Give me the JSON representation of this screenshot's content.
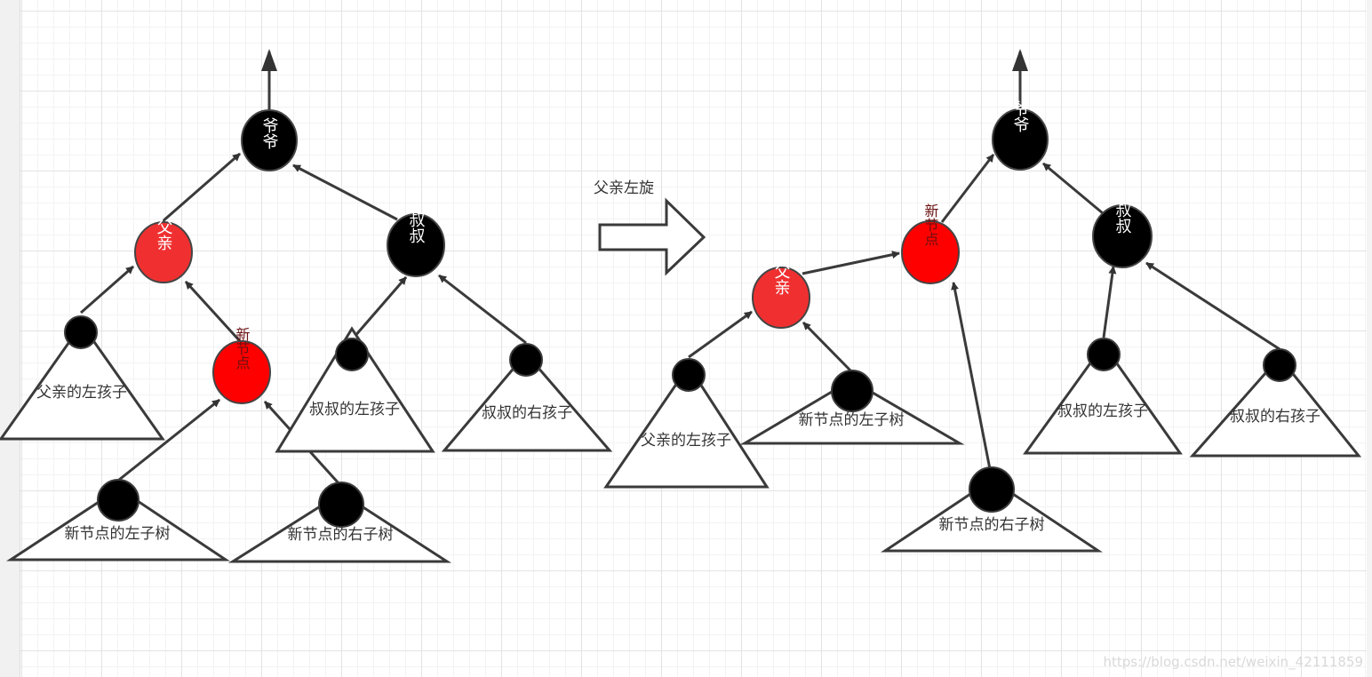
{
  "left": {
    "grandpa": "爷爷",
    "uncle": "叔叔",
    "father": "父亲",
    "new_node": "新节点",
    "father_left_child": "父亲的左孩子",
    "uncle_left_child": "叔叔的左孩子",
    "uncle_right_child": "叔叔的右孩子",
    "new_left_subtree": "新节点的左子树",
    "new_right_subtree": "新节点的右子树"
  },
  "operation": "父亲左旋",
  "right": {
    "grandpa": "爷爷",
    "uncle": "叔叔",
    "father": "父亲",
    "new_node": "新节点",
    "father_left_child": "父亲的左孩子",
    "uncle_left_child": "叔叔的左孩子",
    "uncle_right_child": "叔叔的右孩子",
    "new_left_subtree": "新节点的左子树",
    "new_right_subtree": "新节点的右子树"
  },
  "watermark": "https://blog.csdn.net/weixin_42111859",
  "colors": {
    "black_node": "#000000",
    "red_node": "#ff0000",
    "father_node": "#f03030",
    "stroke": "#3a3a3a"
  }
}
